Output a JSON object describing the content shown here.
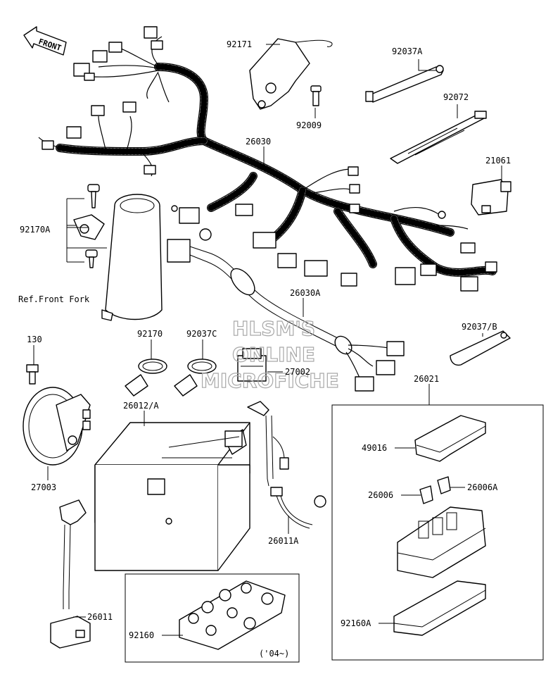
{
  "front_arrow": {
    "text": "FRONT"
  },
  "watermark": {
    "line1": "HLSM'S",
    "line2": "ONLINE",
    "line3": "MICROFICHE"
  },
  "labels": {
    "p92171": "92171",
    "p92037A": "92037A",
    "p92072": "92072",
    "p92009": "92009",
    "p26030": "26030",
    "p21061": "21061",
    "p92170A": "92170A",
    "ref_front_fork": "Ref.Front Fork",
    "p26030A": "26030A",
    "p92037B": "92037/B",
    "p130": "130",
    "p92170": "92170",
    "p92037C": "92037C",
    "p27002": "27002",
    "p26021": "26021",
    "p26012A": "26012/A",
    "p49016": "49016",
    "p27003": "27003",
    "p26006": "26006",
    "p26006A": "26006A",
    "p26011A": "26011A",
    "p26011": "26011",
    "p92160": "92160",
    "p92160A": "92160A",
    "year_note": "('04~)"
  }
}
